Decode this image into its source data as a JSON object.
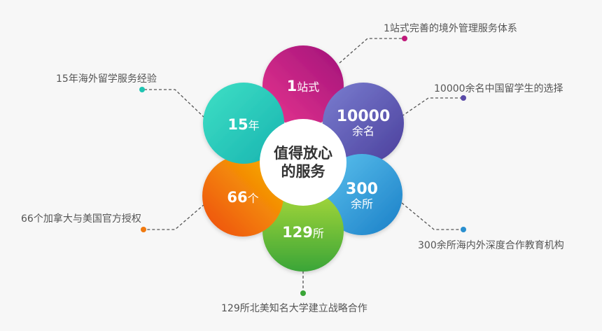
{
  "center": {
    "line1": "值得放心",
    "line2": "的服务"
  },
  "petals": [
    {
      "key": "onestop",
      "number": "1",
      "unit": "站式",
      "label": "1站式完善的境外管理服务体系",
      "colors": [
        "#e8368f",
        "#a1127a"
      ],
      "dot": "#c0187a"
    },
    {
      "key": "10000",
      "number": "10000",
      "unit": "余名",
      "label": "10000余名中国留学生的选择",
      "colors": [
        "#7a7ed0",
        "#4b3f9c"
      ],
      "dot": "#5a4aa8"
    },
    {
      "key": "300",
      "number": "300",
      "unit": "余所",
      "label": "300余所海内外深度合作教育机构",
      "colors": [
        "#5cc2ee",
        "#1a7fc7"
      ],
      "dot": "#2a8fcf"
    },
    {
      "key": "129",
      "number": "129",
      "unit": "所",
      "label": "129所北美知名大学建立战略合作",
      "colors": [
        "#a8d83a",
        "#3aa537"
      ],
      "dot": "#3aa537"
    },
    {
      "key": "66",
      "number": "66",
      "unit": "个",
      "label": "66个加拿大与美国官方授权",
      "colors": [
        "#f7b500",
        "#ee4a10"
      ],
      "dot": "#f07a10"
    },
    {
      "key": "15",
      "number": "15",
      "unit": "年",
      "label": "15年海外留学服务经验",
      "colors": [
        "#3fe0c5",
        "#17b3b0"
      ],
      "dot": "#1fc5b3"
    }
  ]
}
